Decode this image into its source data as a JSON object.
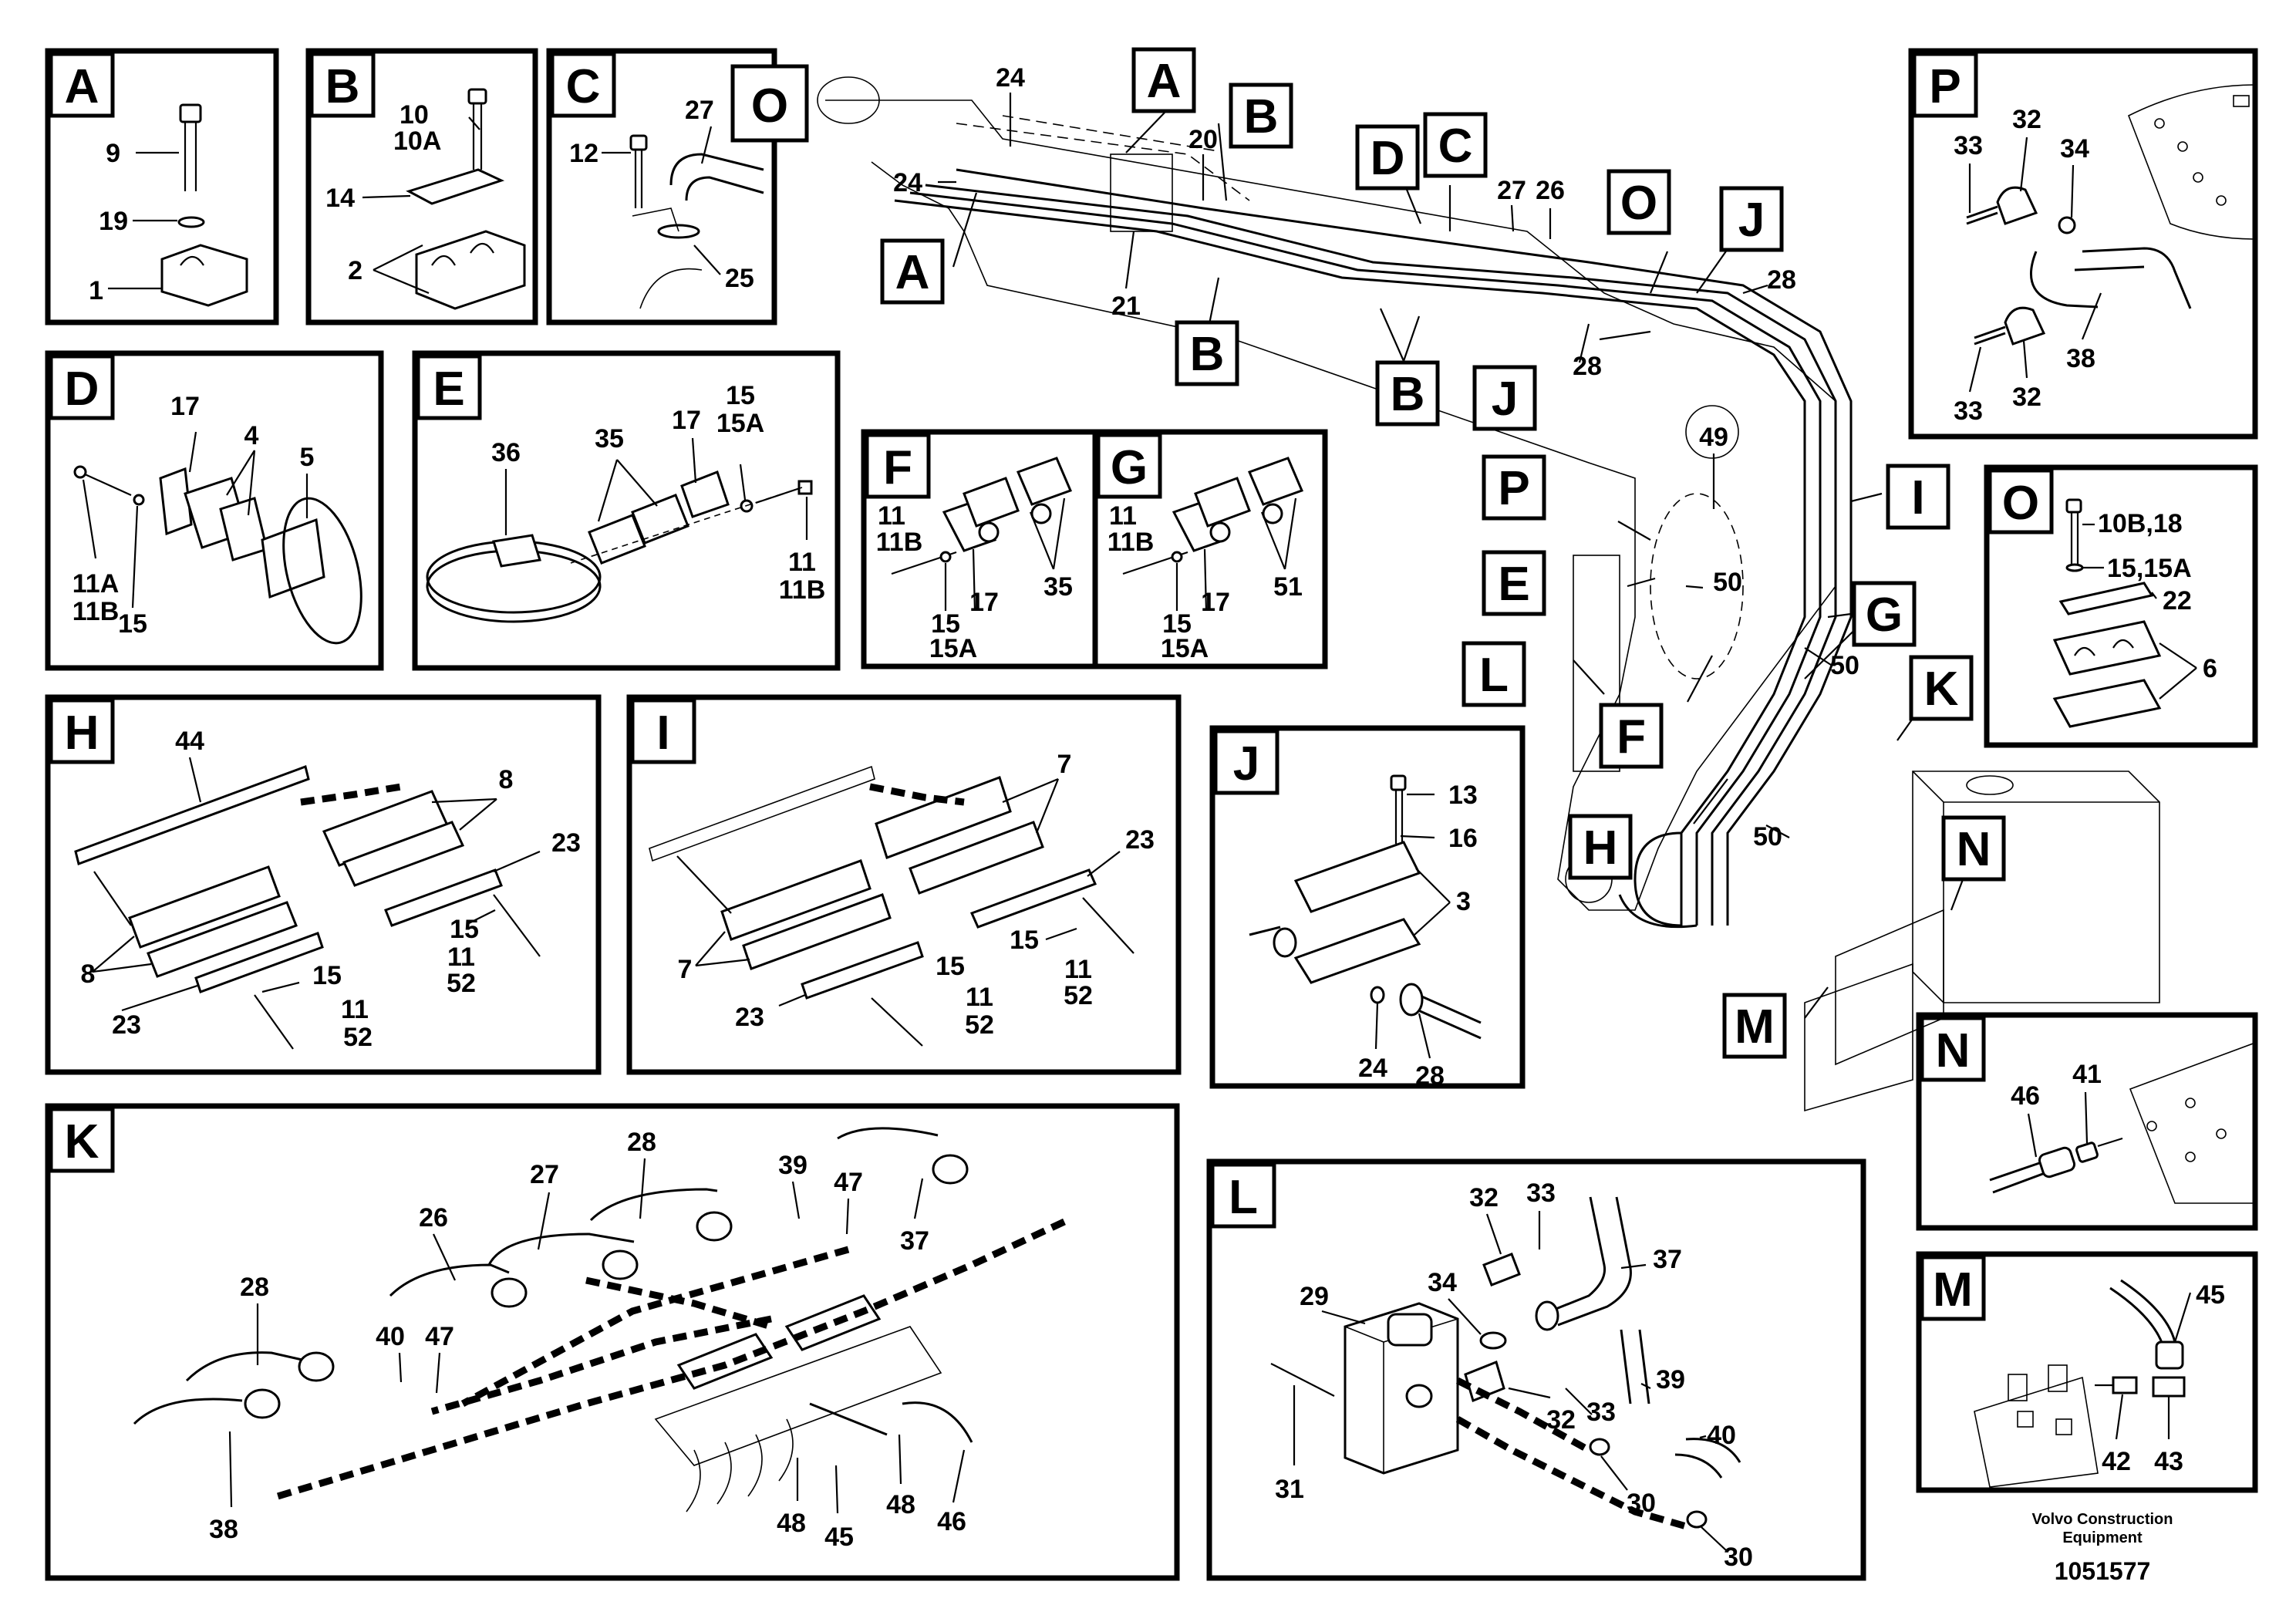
{
  "panels": {
    "A": {
      "label": "A",
      "parts": [
        "9",
        "19",
        "1"
      ]
    },
    "B": {
      "label": "B",
      "parts": [
        "10",
        "10A",
        "14",
        "2"
      ]
    },
    "C": {
      "label": "C",
      "tag_o": "O",
      "parts": [
        "12",
        "27",
        "25"
      ]
    },
    "D": {
      "label": "D",
      "parts": [
        "17",
        "4",
        "5",
        "11A",
        "11B",
        "15"
      ]
    },
    "E": {
      "label": "E",
      "parts": [
        "36",
        "35",
        "17",
        "15",
        "15A",
        "11",
        "11B"
      ]
    },
    "F": {
      "label": "F",
      "parts": [
        "11",
        "11B",
        "15",
        "15A",
        "17",
        "35"
      ]
    },
    "G": {
      "label": "G",
      "parts": [
        "11",
        "11B",
        "15",
        "15A",
        "17",
        "51"
      ]
    },
    "H": {
      "label": "H",
      "parts": [
        "44",
        "8",
        "23",
        "15",
        "11",
        "52",
        "8",
        "23",
        "15",
        "11",
        "52"
      ]
    },
    "I": {
      "label": "I",
      "parts": [
        "7",
        "23",
        "15",
        "11",
        "52",
        "7",
        "23",
        "15",
        "11",
        "52"
      ]
    },
    "J": {
      "label": "J",
      "parts": [
        "13",
        "16",
        "3",
        "24",
        "28"
      ]
    },
    "K": {
      "label": "K",
      "parts": [
        "28",
        "27",
        "26",
        "28",
        "40",
        "47",
        "39",
        "47",
        "37",
        "38",
        "48",
        "45",
        "48",
        "46"
      ]
    },
    "L": {
      "label": "L",
      "parts": [
        "32",
        "33",
        "37",
        "29",
        "34",
        "31",
        "32",
        "33",
        "39",
        "30",
        "40",
        "30"
      ]
    },
    "M": {
      "label": "M",
      "parts": [
        "45",
        "42",
        "43"
      ]
    },
    "N": {
      "label": "N",
      "parts": [
        "46",
        "41"
      ]
    },
    "O": {
      "label": "O",
      "parts": [
        "10B,18",
        "15,15A",
        "22",
        "6"
      ]
    },
    "P": {
      "label": "P",
      "parts": [
        "33",
        "32",
        "34",
        "38",
        "33",
        "32"
      ]
    }
  },
  "main": {
    "tags": [
      "A",
      "A",
      "B",
      "B",
      "B",
      "C",
      "D",
      "O",
      "J",
      "J",
      "P",
      "E",
      "L",
      "F",
      "H",
      "I",
      "G",
      "K",
      "N",
      "M"
    ],
    "parts": [
      "24",
      "24",
      "20",
      "21",
      "27",
      "26",
      "28",
      "28",
      "49",
      "50",
      "50",
      "50"
    ]
  },
  "footer": {
    "company": "Volvo Construction",
    "company2": "Equipment",
    "drawing_number": "1051577"
  }
}
